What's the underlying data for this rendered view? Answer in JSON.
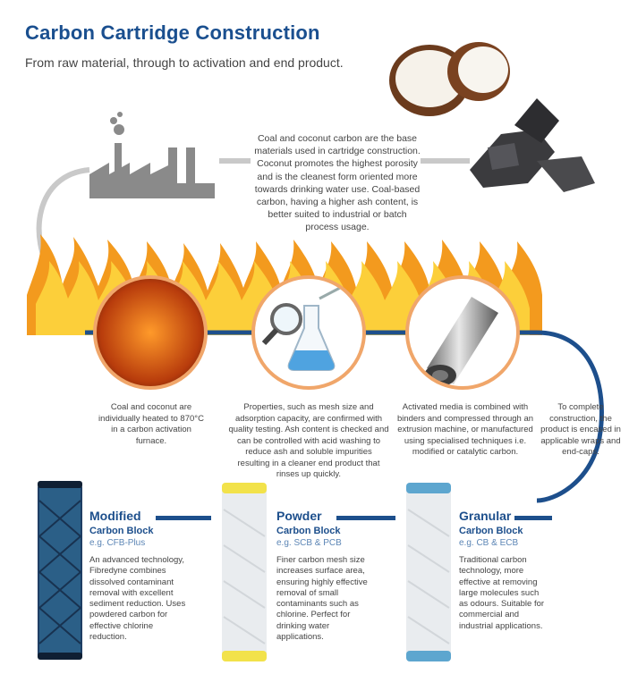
{
  "header": {
    "title": "Carbon Cartridge Construction",
    "subtitle": "From raw material, through to activation and end product."
  },
  "intro_text": "Coal and coconut carbon are the base materials used in cartridge construction. Coconut promotes the highest porosity and is the cleanest form oriented more towards drinking water use. Coal-based carbon, having a higher ash content, is better suited to industrial or batch process usage.",
  "steps": [
    {
      "text": "Coal and coconut are individually heated to 870°C in a carbon activation furnace."
    },
    {
      "text": "Properties, such as mesh size and adsorption capacity, are confirmed with quality testing. Ash content is checked and can be controlled with acid washing to reduce ash and soluble impurities resulting in a cleaner end product that rinses up quickly."
    },
    {
      "text": "Activated media is combined with binders and compressed through an extrusion machine, or manufactured using specialised techniques i.e. modified or catalytic carbon."
    },
    {
      "text": "To complete construction, the product is encased in applicable wraps and end-caps."
    }
  ],
  "products": [
    {
      "name": "Modified",
      "subtitle": "Carbon Block",
      "example": "e.g. CFB-Plus",
      "description": "An advanced technology, Fibredyne combines dissolved contaminant removal with excellent sediment reduction. Uses powdered carbon for effective chlorine reduction."
    },
    {
      "name": "Powder",
      "subtitle": "Carbon Block",
      "example": "e.g. SCB & PCB",
      "description": "Finer carbon mesh size increases surface area, ensuring highly effective removal of small contaminants such as chlorine. Perfect for drinking water applications."
    },
    {
      "name": "Granular",
      "subtitle": "Carbon Block",
      "example": "e.g. CB & ECB",
      "description": "Traditional carbon technology, more effective at removing large molecules such as odours. Suitable for commercial and industrial applications."
    }
  ],
  "colors": {
    "brand_blue": "#1d4f8c",
    "flame_orange": "#f39a1e",
    "circle_ring": "#f0a66a"
  },
  "icons": [
    "factory-icon",
    "coconut-image",
    "coal-image",
    "fire-flames",
    "furnace-coals-image",
    "lab-flask-icon",
    "extrusion-tube-icon",
    "filter-cartridge-image"
  ]
}
